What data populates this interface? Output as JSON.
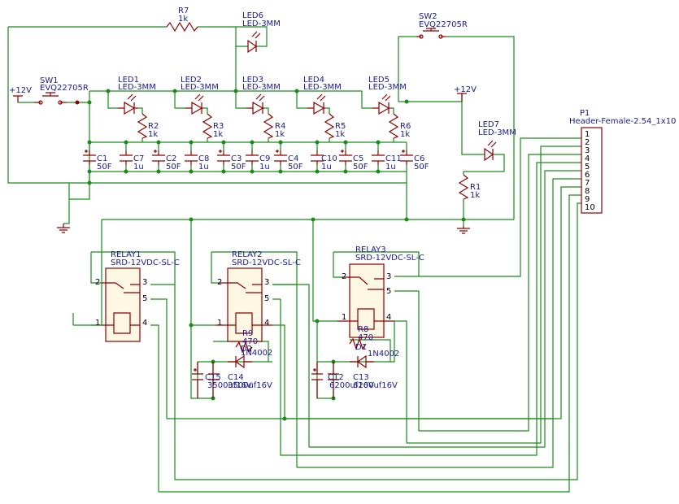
{
  "power": {
    "left": "+12V",
    "right": "+12V"
  },
  "switches": [
    {
      "ref": "SW1",
      "value": "EVQ22705R"
    },
    {
      "ref": "SW2",
      "value": "EVQ22705R"
    }
  ],
  "r7": {
    "ref": "R7",
    "value": "1k"
  },
  "led6": {
    "ref": "LED6",
    "value": "LED-3MM"
  },
  "led7": {
    "ref": "LED7",
    "value": "LED-3MM"
  },
  "r1": {
    "ref": "R1",
    "value": "1k"
  },
  "leds": [
    {
      "ref": "LED1",
      "value": "LED-3MM"
    },
    {
      "ref": "LED2",
      "value": "LED-3MM"
    },
    {
      "ref": "LED3",
      "value": "LED-3MM"
    },
    {
      "ref": "LED4",
      "value": "LED-3MM"
    },
    {
      "ref": "LED5",
      "value": "LED-3MM"
    }
  ],
  "led_resistors": [
    {
      "ref": "R2",
      "value": "1k"
    },
    {
      "ref": "R3",
      "value": "1k"
    },
    {
      "ref": "R4",
      "value": "1k"
    },
    {
      "ref": "R5",
      "value": "1k"
    },
    {
      "ref": "R6",
      "value": "1k"
    }
  ],
  "caps": [
    {
      "ref": "C1",
      "value": "50F"
    },
    {
      "ref": "C7",
      "value": "1u"
    },
    {
      "ref": "C2",
      "value": "50F"
    },
    {
      "ref": "C8",
      "value": "1u"
    },
    {
      "ref": "C3",
      "value": "50F"
    },
    {
      "ref": "C9",
      "value": "1u"
    },
    {
      "ref": "C4",
      "value": "50F"
    },
    {
      "ref": "C10",
      "value": "1u"
    },
    {
      "ref": "C5",
      "value": "50F"
    },
    {
      "ref": "C11",
      "value": "1u"
    },
    {
      "ref": "C6",
      "value": "50F"
    }
  ],
  "header": {
    "ref": "P1",
    "value": "Header-Female-2.54_1x10",
    "pins": [
      "1",
      "2",
      "3",
      "4",
      "5",
      "6",
      "7",
      "8",
      "9",
      "10"
    ]
  },
  "relays": [
    {
      "ref": "RELAY1",
      "value": "SRD-12VDC-SL-C",
      "pins": [
        "2",
        "3",
        "5",
        "1",
        "4"
      ]
    },
    {
      "ref": "RELAY2",
      "value": "SRD-12VDC-SL-C",
      "pins": [
        "2",
        "3",
        "5",
        "1",
        "4"
      ]
    },
    {
      "ref": "RELAY3",
      "value": "SRD-12VDC-SL-C",
      "pins": [
        "2",
        "3",
        "5",
        "1",
        "4"
      ]
    }
  ],
  "relay2_parts": {
    "r_ref": "R9",
    "r_value": "470",
    "d_ref": "D2",
    "d_value": "1N4002",
    "c1_ref": "C15",
    "c1_value": "3500uf16V",
    "c2_ref": "C14",
    "c2_value": "3500uf16V"
  },
  "relay3_parts": {
    "r_ref": "R8",
    "r_value": "470",
    "d_ref": "D1",
    "d_value": "1N4002",
    "c1_ref": "C12",
    "c1_value": "6200uf16V",
    "c2_ref": "C13",
    "c2_value": "6200uf16V"
  }
}
